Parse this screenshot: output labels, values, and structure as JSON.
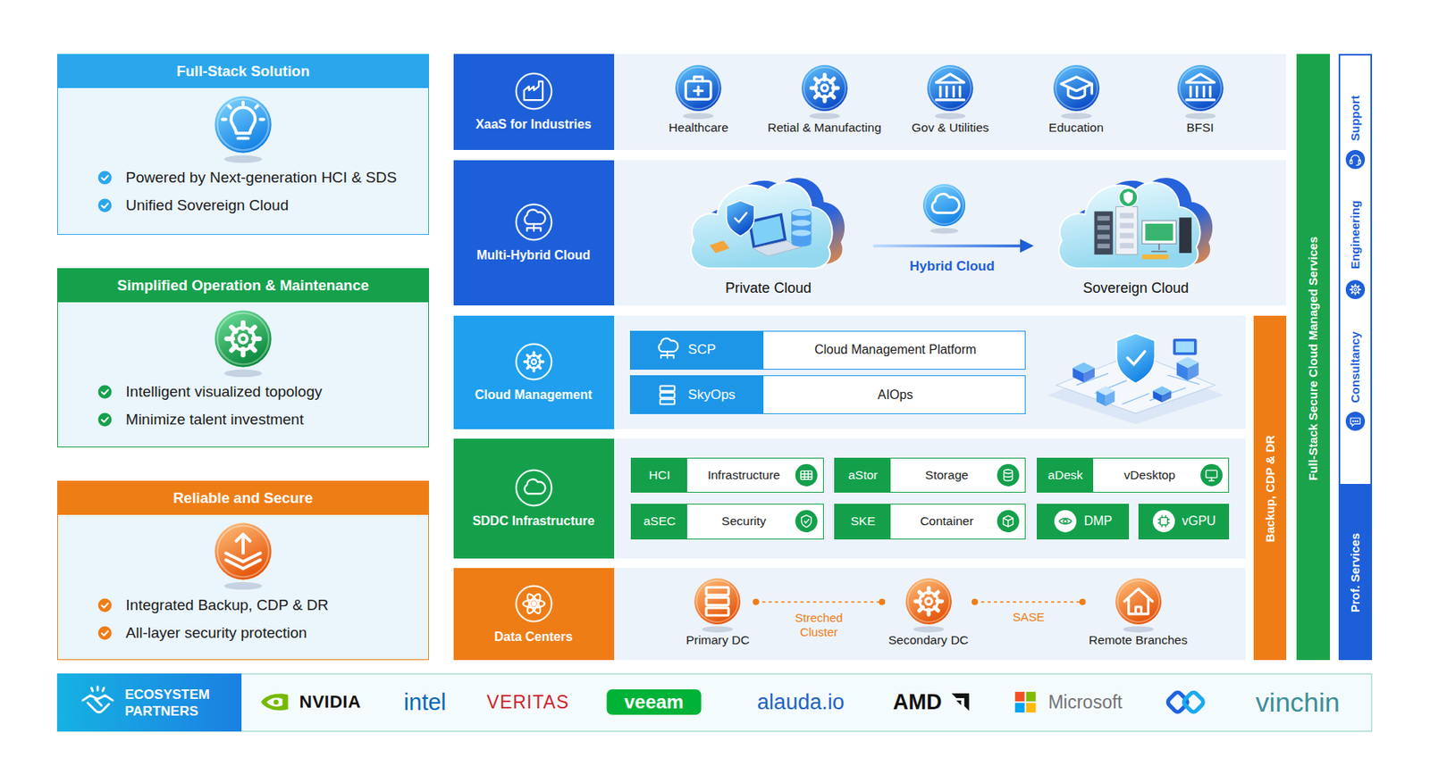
{
  "diagram": {
    "nodes": [
      {
        "text": [
          "Full-Stack Solution",
          "Powered by Next-generation HCI & SDS",
          "Unified Sovereign Cloud"
        ]
      },
      {
        "text": [
          "Simplified Operation & Maintenance",
          "Intelligent visualized topology",
          "Minimize talent investment"
        ]
      },
      {
        "text": [
          "Reliable and Secure",
          "Integrated Backup, CDP & DR",
          "All-layer security protection"
        ]
      },
      {
        "text": [
          "XaaS for Industries"
        ]
      },
      {
        "text": [
          "Healthcare"
        ],
        "in": 3
      },
      {
        "text": [
          "Retial & Manufacting"
        ],
        "in": 3
      },
      {
        "text": [
          "Gov & Utilities"
        ],
        "in": 3
      },
      {
        "text": [
          "Education"
        ],
        "in": 3
      },
      {
        "text": [
          "BFSI"
        ],
        "in": 3
      },
      {
        "text": [
          "Multi-Hybrid Cloud"
        ]
      },
      {
        "text": [
          "Private Cloud"
        ],
        "in": 9
      },
      {
        "text": [
          "Sovereign Cloud"
        ],
        "in": 9
      },
      {
        "text": [
          "Cloud Management"
        ]
      },
      {
        "text": [
          "SCP",
          "Cloud Management Platform"
        ],
        "in": 12
      },
      {
        "text": [
          "SkyOps",
          "AIOps"
        ],
        "in": 12
      },
      {
        "text": [
          "SDDC Infrastructure"
        ]
      },
      {
        "text": [
          "HCI",
          "Infrastructure"
        ],
        "in": 15
      },
      {
        "text": [
          "aStor",
          "Storage"
        ],
        "in": 15
      },
      {
        "text": [
          "aDesk",
          "vDesktop"
        ],
        "in": 15
      },
      {
        "text": [
          "aSEC",
          "Security"
        ],
        "in": 15
      },
      {
        "text": [
          "SKE",
          "Container"
        ],
        "in": 15
      },
      {
        "text": [
          "DMP"
        ],
        "in": 15
      },
      {
        "text": [
          "vGPU"
        ],
        "in": 15
      },
      {
        "text": [
          "Data Centers"
        ]
      },
      {
        "text": [
          "Primary DC"
        ],
        "in": 23
      },
      {
        "text": [
          "Secondary DC"
        ],
        "in": 23
      },
      {
        "text": [
          "Remote Branches"
        ],
        "in": 23
      },
      {
        "text": [
          "Backup, CDP & DR"
        ]
      },
      {
        "text": [
          "Full-Stack Secure Cloud Managed Services"
        ]
      },
      {
        "text": [
          "Support",
          "Engineering",
          "Consultancy"
        ]
      },
      {
        "text": [
          "Prof. Services"
        ]
      },
      {
        "text": [
          "ECOSYSTEM PARTNERS"
        ]
      }
    ],
    "edges": [
      {
        "from": 10,
        "to": 11,
        "arrow": "to",
        "label": "Hybrid Cloud"
      },
      {
        "from": 24,
        "to": 25,
        "arrow": "none",
        "label": "Streched Cluster"
      },
      {
        "from": 25,
        "to": 26,
        "arrow": "none",
        "label": "SASE"
      }
    ],
    "labels": [
      "NVIDIA",
      "intel",
      "VERITAS",
      "veeam",
      "alauda.io",
      "AMD",
      "Microsoft",
      "vinchin"
    ]
  }
}
